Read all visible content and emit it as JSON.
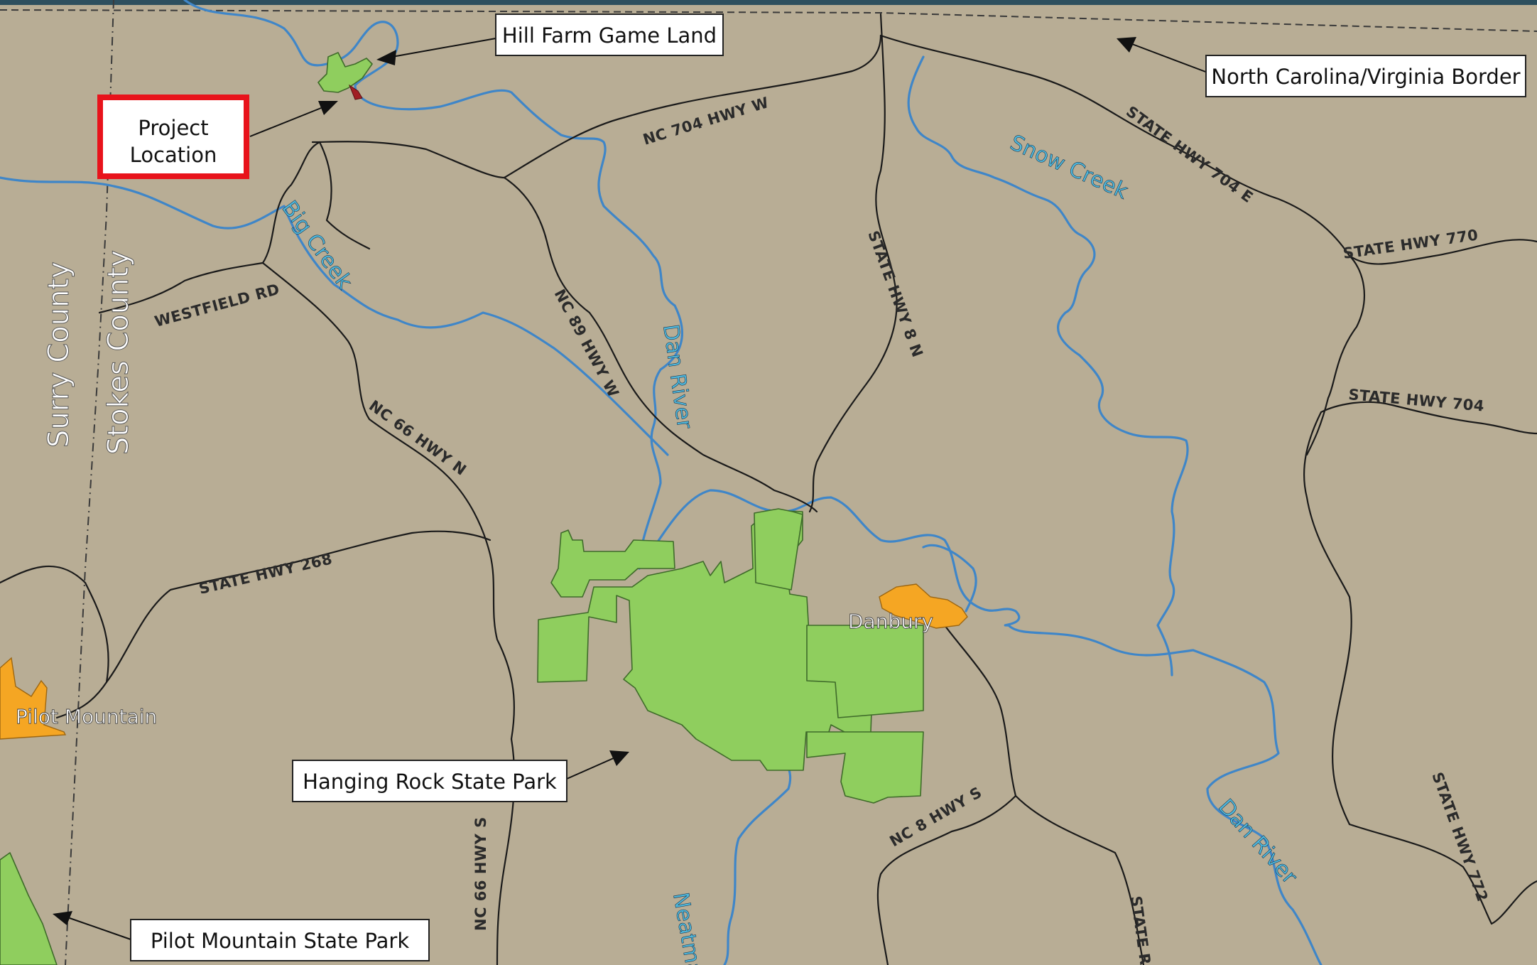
{
  "colors": {
    "background": "#b8ad95",
    "road": "#1a1a1a",
    "river": "#3f86c8",
    "river_label": "#4fb8dc",
    "park": "#8fce5e",
    "town": "#f5a623",
    "project_site": "#a11f24",
    "highlight_box": "#e8131b",
    "top_bar": "#2d4f5e"
  },
  "callouts": {
    "hill_farm": "Hill Farm Game Land",
    "border": "North Carolina/Virginia Border",
    "project_line1": "Project",
    "project_line2": "Location",
    "hanging_rock": "Hanging Rock State Park",
    "pilot_mountain_park": "Pilot Mountain State Park"
  },
  "counties": {
    "surry": "Surry County",
    "stokes": "Stokes County"
  },
  "towns": {
    "danbury": "Danbury",
    "pilot_mountain": "Pilot Mountain"
  },
  "roads": {
    "nc704w": "NC 704 HWY W",
    "sh704e": "STATE HWY 704 E",
    "sh770": "STATE HWY 770",
    "sh704": "STATE HWY 704",
    "sh8n": "STATE HWY 8 N",
    "nc89w": "NC 89 HWY W",
    "westfield": "WESTFIELD RD",
    "nc66n": "NC 66 HWY N",
    "sh268": "STATE HWY 268",
    "nc66s": "NC 66 HWY S",
    "nc8s": "NC 8 HWY S",
    "sh772": "STATE HWY 772",
    "state_r": "STATE R"
  },
  "rivers": {
    "big_creek": "Big Creek",
    "dan_river_upper": "Dan River",
    "snow_creek": "Snow Creek",
    "dan_river_lower": "Dan River",
    "neatman": "Neatma"
  }
}
